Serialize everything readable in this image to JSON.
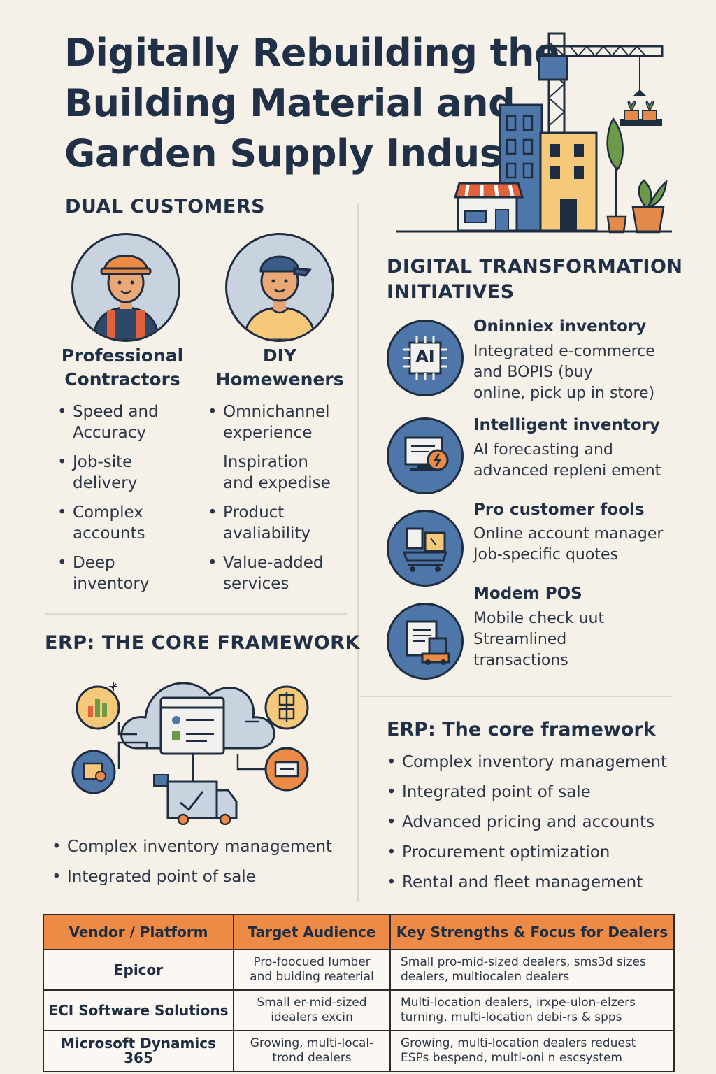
{
  "title": [
    "Digitally Rebuilding the",
    "Building Material and",
    "Garden Supply Industry"
  ],
  "dual_customers": {
    "heading": "DUAL CUSTOMERS",
    "professional": {
      "title_lines": [
        "Professional",
        "Contractors"
      ],
      "bullets": [
        {
          "lines": [
            "Speed and",
            "Accuracy"
          ],
          "dot": true
        },
        {
          "lines": [
            "Job-site",
            "delivery"
          ],
          "dot": true
        },
        {
          "lines": [
            "Complex",
            "accounts"
          ],
          "dot": true
        },
        {
          "lines": [
            "Deep",
            "inventory"
          ],
          "dot": true
        }
      ]
    },
    "diy": {
      "title_lines": [
        "DIY",
        "Homeweners"
      ],
      "bullets": [
        {
          "lines": [
            "Omnichannel",
            "experience"
          ],
          "dot": true
        },
        {
          "lines": [
            "Inspiration",
            "and expedise"
          ],
          "dot": false
        },
        {
          "lines": [
            "Product",
            "avaliability"
          ],
          "dot": true
        },
        {
          "lines": [
            "Value-added",
            "services"
          ],
          "dot": true
        }
      ]
    }
  },
  "initiatives": {
    "heading_lines": [
      "DIGITAL TRANSFORMATION",
      "INITIATIVES"
    ],
    "items": [
      {
        "title": "Oninniex inventory",
        "desc": "Integrated e-commerce\nand BOPIS (buy\nonline, pick up in store)",
        "icon": "ai-chip-icon",
        "icon_text": "AI"
      },
      {
        "title": "Intelligent inventory",
        "desc": "AI forecasting and\nadvanced repleni ement",
        "icon": "monitor-dollar-icon"
      },
      {
        "title": "Pro customer fools",
        "desc": "Online account manager\nJob-specific quotes",
        "icon": "cart-boxes-icon"
      },
      {
        "title": "Modem POS",
        "desc": "Mobile check uut\nStreamlined\ntransactions",
        "icon": "pos-terminal-icon"
      }
    ]
  },
  "erp_left": {
    "heading": "ERP: THE CORE FRAMEWORK",
    "bullets": [
      "Complex inventory management",
      "Integrated point of sale"
    ]
  },
  "erp_right": {
    "heading": "ERP: The core framework",
    "bullets": [
      "Complex inventory management",
      "Integrated point of sale",
      "Advanced pricing and accounts",
      "Procurement optimization",
      "Rental and fleet management"
    ]
  },
  "vendor_table": {
    "headers": [
      "Vendor / Platform",
      "Target Audience",
      "Key Strengths & Focus for Dealers"
    ],
    "rows": [
      {
        "vendor": "Epicor",
        "audience": "Pro-foocued lumber\nand buiding reaterial",
        "strengths": "Small pro-mid-sized dealers, sms3d sizes\ndealers, multiocalen dealers"
      },
      {
        "vendor": "ECI Software Solutions",
        "audience": "Small er-mid-sized\nidealers  excin",
        "strengths": "Multi-location dealers, irxpe-ulon-elzers\nturning, multi-location debi-rs & spps"
      },
      {
        "vendor": "Microsoft Dynamics 365",
        "audience": "Growing, multi-local-\ntrond dealers",
        "strengths": "Growing, multi-location dealers reduest\nESPs bespend, multi-oni n escsystem"
      }
    ]
  },
  "colors": {
    "orange": "#ed8a45",
    "navy": "#1f3047",
    "blue": "#4e76a8",
    "background": "#f6f1e8"
  }
}
